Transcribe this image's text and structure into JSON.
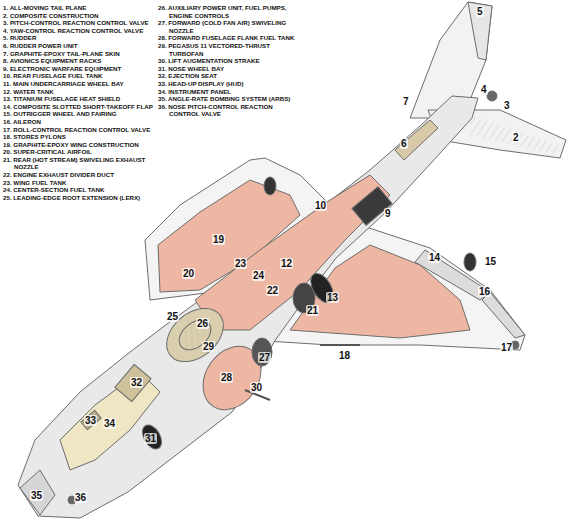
{
  "diagram": {
    "labels": [
      "1. ALL-MOVING TAIL PLANE",
      "2. COMPOSITE CONSTRUCTION",
      "3. PITCH-CONTROL REACTION CONTROL VALVE",
      "4. YAW-CONTROL REACTION CONTROL VALVE",
      "5. RUDDER",
      "6. RUDDER POWER UNIT",
      "7. GRAPHITE-EPOXY TAIL-PLANE SKIN",
      "8. AVIONICS EQUIPMENT RACKS",
      "9. ELECTRONIC WARFARE EQUIPMENT",
      "10. REAR FUSELAGE FUEL TANK",
      "11. MAIN UNDERCARRIAGE WHEEL BAY",
      "12. WATER TANK",
      "13. TITANIUM FUSELAGE HEAT SHIELD",
      "14. COMPOSITE SLOTTED SHORT-TAKEOFF FLAP",
      "15. OUTRIGGER WHEEL AND FAIRING",
      "16. AILERON",
      "17. ROLL-CONTROL REACTION CONTROL VALVE",
      "18. STORES PYLONS",
      "19. GRAPHITE-EPOXY WING CONSTRUCTION",
      "20. SUPER-CRITICAL AIRFOIL",
      "21. REAR (HOT STREAM) SWIVELING EXHAUST NOZZLE",
      "22. ENGINE EXHAUST DIVIDER DUCT",
      "23. WING FUEL TANK",
      "24. CENTER-SECTION FUEL TANK",
      "25. LEADING-EDGE ROOT EXTENSION (LERX)",
      "26. AUXILIARY POWER UNIT, FUEL PUMPS, ENGINE CONTROLS",
      "27. FORWARD (COLD FAN AIR) SWIVELING NOZZLE",
      "28. FORWARD FUSELAGE FLANK FUEL TANK",
      "29. PEGASUS 11 VECTORED-THRUST TURBOFAN",
      "30. LIFT AUGMENTATION STRAKE",
      "31. NOSE WHEEL BAY",
      "32. EJECTION SEAT",
      "33. HEAD-UP DISPLAY (HUD)",
      "34. INSTRUMENT PANEL",
      "35. ANGLE-RATE BOMBING SYSTEM (ARBS)",
      "36. NOSE PITCH-CONTROL REACTION CONTROL VALVE",
      "5",
      "7",
      "4",
      "3",
      "2",
      "6",
      "9",
      "10",
      "19",
      "14",
      "15",
      "12",
      "23",
      "24",
      "20",
      "16",
      "22",
      "13",
      "21",
      "25",
      "26",
      "29",
      "18",
      "17",
      "27",
      "28",
      "30",
      "32",
      "33",
      "34",
      "31",
      "35",
      "36"
    ]
  }
}
